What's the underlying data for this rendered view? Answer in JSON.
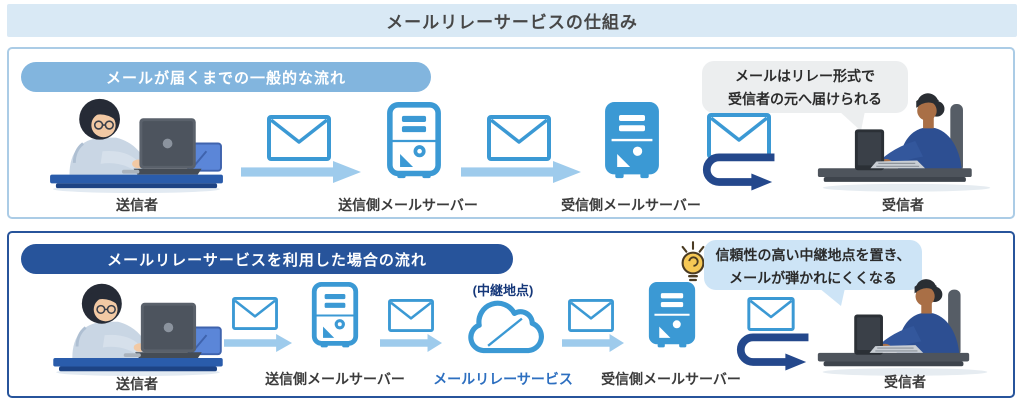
{
  "title": "メールリレーサービスの仕組み",
  "panel1": {
    "header": "メールが届くまでの一般的な流れ",
    "sender_label": "送信者",
    "send_server_label": "送信側メールサーバー",
    "recv_server_label": "受信側メールサーバー",
    "receiver_label": "受信者",
    "bubble": {
      "line1": "メールはリレー形式で",
      "line2": "受信者の元へ届けられる"
    }
  },
  "panel2": {
    "header": "メールリレーサービスを利用した場合の流れ",
    "sender_label": "送信者",
    "send_server_label": "送信側メールサーバー",
    "relay_point_tag": "(中継地点)",
    "relay_service_label": "メールリレーサービス",
    "recv_server_label": "受信側メールサーバー",
    "receiver_label": "受信者",
    "note": {
      "line1": "信頼性の高い中継地点を置き、",
      "line2": "メールが弾かれにくくなる"
    }
  },
  "icons": {
    "envelope": "envelope-icon",
    "mail_server": "server-tower-icon",
    "relay_cloud": "cloud-icon",
    "flow_arrow": "arrow-right-icon",
    "relay_arrow": "u-turn-arrow-icon",
    "tip": "lightbulb-icon"
  },
  "colors": {
    "title_bg": "#d9e9f5",
    "panel1_accent": "#82b5de",
    "panel2_accent": "#27549b",
    "icon_blue": "#3b99d4",
    "arrow_light": "#9ecbec",
    "arrow_dark": "#24488c",
    "speech_bubble_bg": "#eceeef",
    "note_bubble_bg": "#cde4f6"
  }
}
